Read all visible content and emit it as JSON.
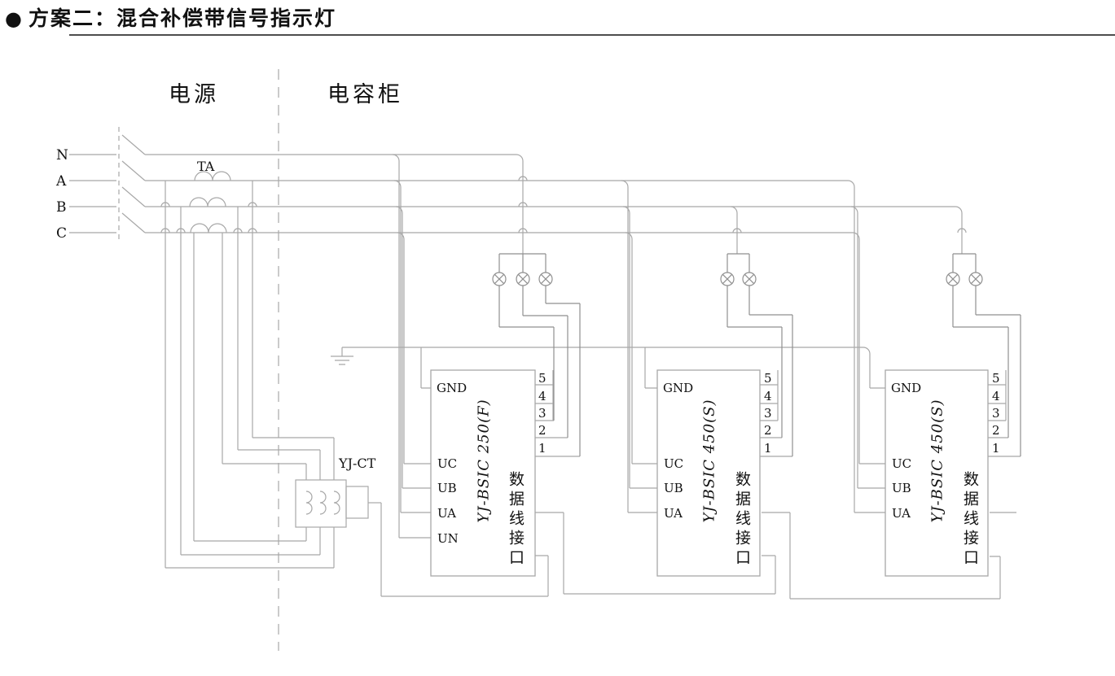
{
  "title": {
    "bullet": "●",
    "text": "方案二：混合补偿带信号指示灯"
  },
  "sections": {
    "power": "电源",
    "cabinet": "电容柜"
  },
  "phases": [
    "N",
    "A",
    "B",
    "C"
  ],
  "labels": {
    "ta": "TA",
    "yj_ct": "YJ-CT"
  },
  "devices": [
    {
      "model": "YJ-BSIC 250(F)",
      "gnd": "GND",
      "terminals": [
        "UC",
        "UB",
        "UA",
        "UN"
      ],
      "pins": [
        "5",
        "4",
        "3",
        "2",
        "1"
      ],
      "port": "数据线接口",
      "lamp_count": 3
    },
    {
      "model": "YJ-BSIC 450(S)",
      "gnd": "GND",
      "terminals": [
        "UC",
        "UB",
        "UA"
      ],
      "pins": [
        "5",
        "4",
        "3",
        "2",
        "1"
      ],
      "port": "数据线接口",
      "lamp_count": 2
    },
    {
      "model": "YJ-BSIC 450(S)",
      "gnd": "GND",
      "terminals": [
        "UC",
        "UB",
        "UA"
      ],
      "pins": [
        "5",
        "4",
        "3",
        "2",
        "1"
      ],
      "port": "数据线接口",
      "lamp_count": 2
    }
  ],
  "colors": {
    "wire": "#a8a8a8",
    "lamp": "#8f8f8f",
    "text": "#111111",
    "rule": "#4d4d4d"
  }
}
